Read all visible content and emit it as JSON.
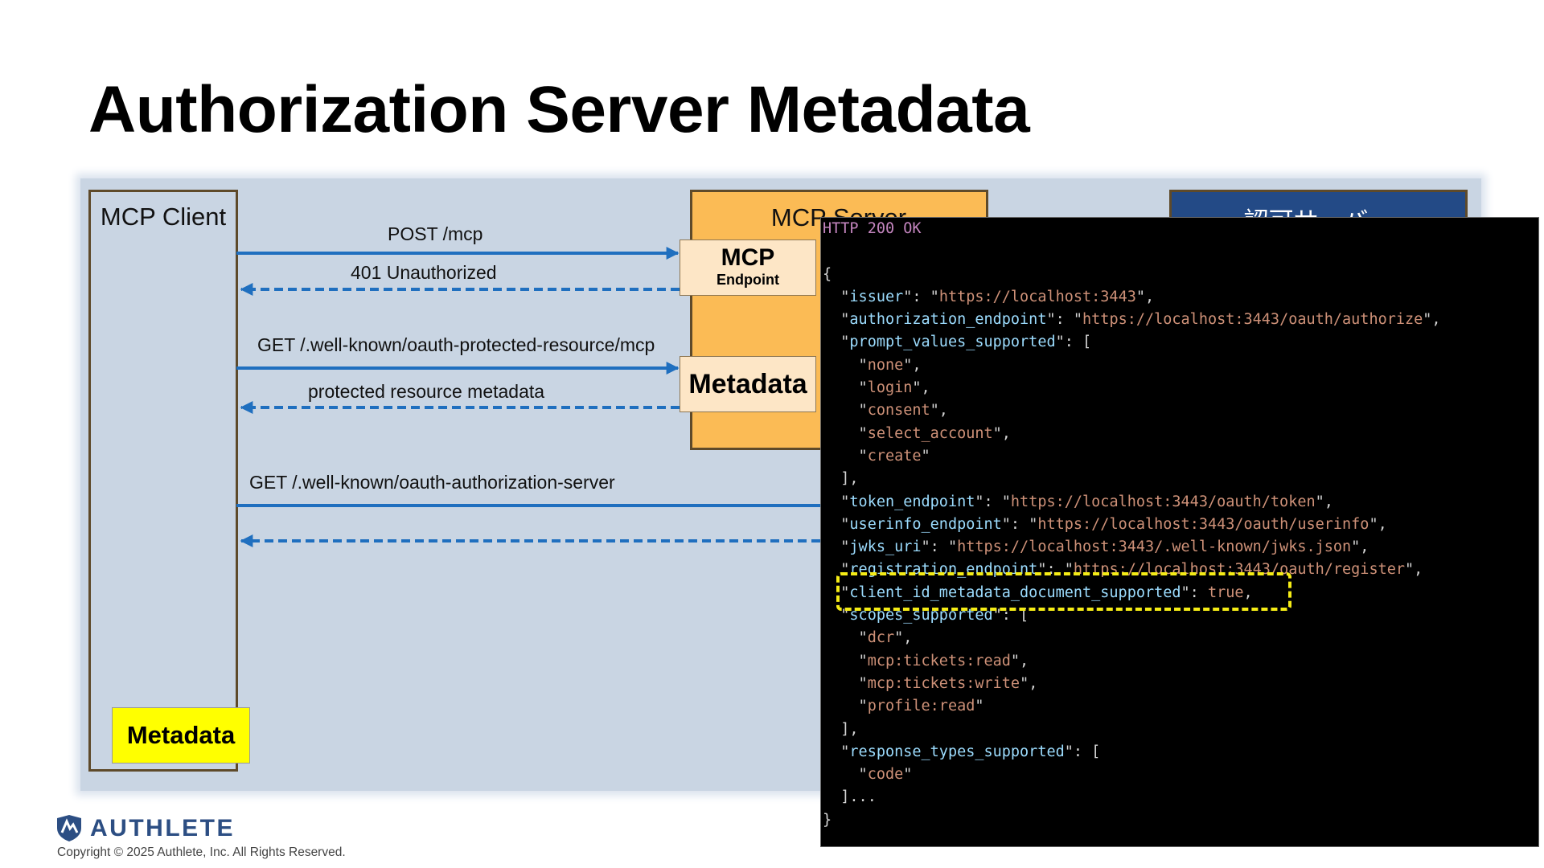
{
  "title": "Authorization Server Metadata",
  "diagram": {
    "client_label": "MCP Client",
    "client_metadata": "Metadata",
    "server_label": "MCP Server",
    "mcp_endpoint": {
      "title": "MCP",
      "subtitle": "Endpoint"
    },
    "server_metadata": "Metadata",
    "auth_server_label": "認可サーバー",
    "arrows": {
      "post": "POST /mcp",
      "unauthorized": "401 Unauthorized",
      "get_prm": "GET /.well-known/oauth-protected-resource/mcp",
      "prm": "protected resource metadata",
      "get_as": "GET /.well-known/oauth-authorization-server"
    }
  },
  "code": {
    "status": "HTTP 200 OK",
    "issuer": "https://localhost:3443",
    "authorization_endpoint": "https://localhost:3443/oauth/authorize",
    "prompt_values_supported": [
      "none",
      "login",
      "consent",
      "select_account",
      "create"
    ],
    "token_endpoint": "https://localhost:3443/oauth/token",
    "userinfo_endpoint": "https://localhost:3443/oauth/userinfo",
    "jwks_uri": "https://localhost:3443/.well-known/jwks.json",
    "registration_endpoint": "https://localhost:3443/oauth/register",
    "client_id_metadata_document_supported": "true",
    "scopes_supported": [
      "dcr",
      "mcp:tickets:read",
      "mcp:tickets:write",
      "profile:read"
    ],
    "response_types_supported": [
      "code"
    ],
    "ellipsis": "]..."
  },
  "footer": {
    "brand": "AUTHLETE",
    "copyright": "Copyright © 2025 Authlete, Inc. All Rights Reserved."
  },
  "colors": {
    "panel": "#c9d5e3",
    "server": "#fbbb55",
    "auth_server": "#234a86",
    "arrow": "#1f6fbf",
    "highlight": "#f5ec16",
    "metadata_client": "#ffff00"
  }
}
